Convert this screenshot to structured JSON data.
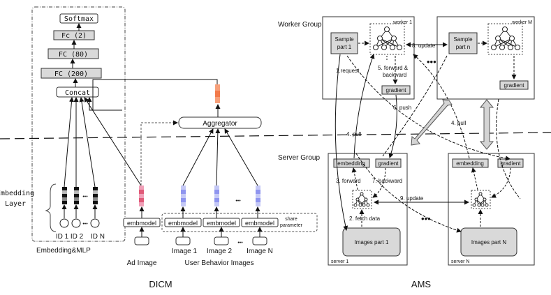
{
  "dicm": {
    "mlp_layers": {
      "softmax": "Softmax",
      "fc2": "Fc (2)",
      "fc80": "FC (80)",
      "fc200": "FC (200)",
      "concat": "Concat"
    },
    "aggregator": "Aggregator",
    "embedding_layer_line1": "Embedding",
    "embedding_layer_line2": "Layer",
    "ids": [
      "ID 1",
      "ID 2",
      "ID N"
    ],
    "dots": "•••",
    "group_label": "Embedding&MLP",
    "embmodel": "embmodel",
    "share_param_line1": "share",
    "share_param_line2": "parameter",
    "ad_image": "Ad Image",
    "images": [
      "Image 1",
      "Image 2",
      "Image N"
    ],
    "user_behavior_images": "User Behavior Images",
    "caption": "DICM"
  },
  "ams": {
    "worker_group": "Worker Group",
    "server_group": "Server Group",
    "worker1": "worker 1",
    "workerM": "worker M",
    "server1": "server 1",
    "serverN": "server N",
    "sample_part1_line1": "Sample",
    "sample_part1_line2": "part 1",
    "sample_partn_line1": "Sample",
    "sample_partn_line2": "part n",
    "gradient": "gradient",
    "embedding": "embedding",
    "images_part1": "Images part 1",
    "images_partN": "Images part N",
    "step1": "1.request",
    "step2": "2. fetch data",
    "step3": "3. forward",
    "step4": "4. pull",
    "step5_line1": "5. forward &",
    "step5_line2": "backward",
    "step6": "6. push",
    "step7": "7. backward",
    "step8": "8. update",
    "step9": "9. update",
    "dots": "•••",
    "caption": "AMS"
  },
  "colors": {
    "gray_box": "#d9d9d9",
    "red_embed": "#e05a78",
    "blue_embed": "#8f95ef",
    "orange_agg": "#f27a4a"
  }
}
